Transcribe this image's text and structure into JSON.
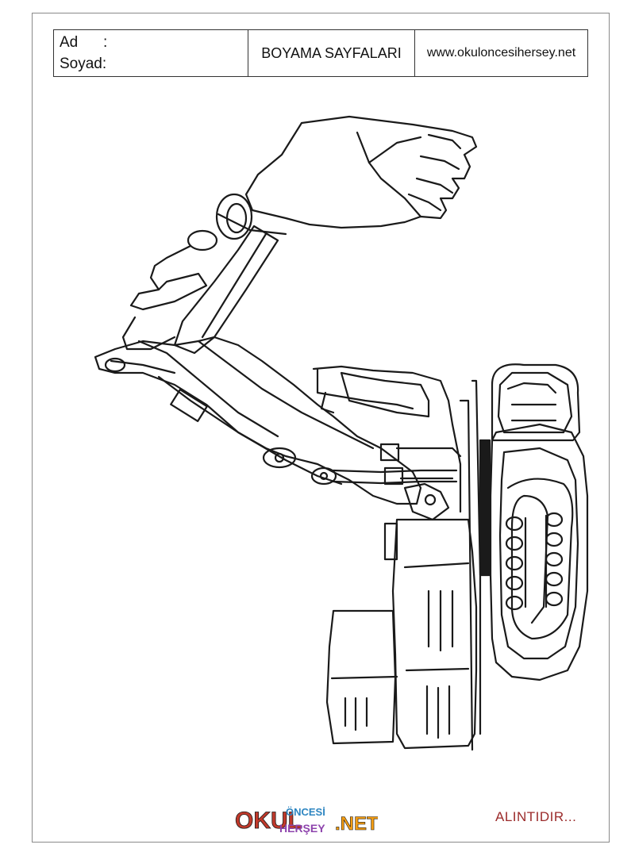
{
  "header": {
    "name_label": "Ad",
    "name_colon": ":",
    "surname_label": "Soyad:",
    "title": "BOYAMA SAYFALARI",
    "website": "www.okuloncesihersey.net"
  },
  "drawing": {
    "subject": "excavator-line-art",
    "icon": "excavator-icon"
  },
  "footer": {
    "logo_text": {
      "okul": "OKUL",
      "oncesi": "ÖNCESİ",
      "hersey": "HERŞEY",
      "net": ".NET"
    },
    "logo_colors": [
      "#c0392b",
      "#2e86c1",
      "#27ae60",
      "#8e44ad",
      "#f39c12"
    ],
    "credit": "ALINTIDIR..."
  }
}
